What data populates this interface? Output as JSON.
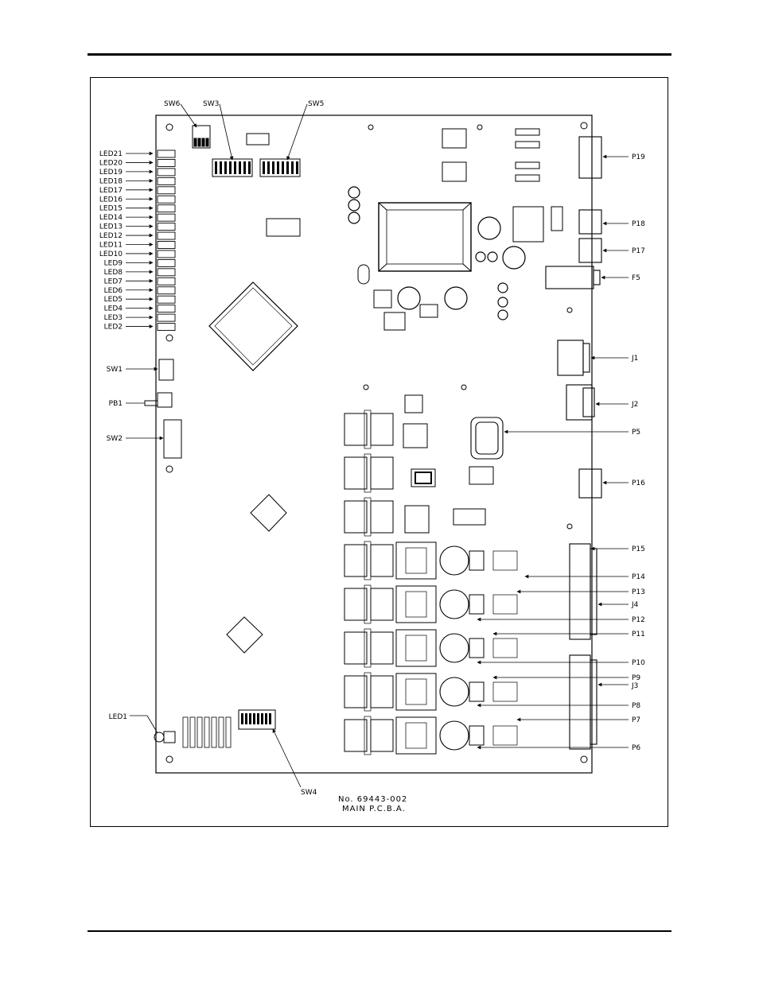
{
  "diagram": {
    "left_labels": [
      "LED21",
      "LED20",
      "LED19",
      "LED18",
      "LED17",
      "LED16",
      "LED15",
      "LED14",
      "LED13",
      "LED12",
      "LED11",
      "LED10",
      "LED9",
      "LED8",
      "LED7",
      "LED6",
      "LED5",
      "LED4",
      "LED3",
      "LED2"
    ],
    "side_left": {
      "sw1": "SW1",
      "pb1": "PB1",
      "sw2": "SW2",
      "led1": "LED1"
    },
    "top_labels": {
      "sw6": "SW6",
      "sw3": "SW3",
      "sw5": "SW5"
    },
    "right_labels": {
      "p19": "P19",
      "p18": "P18",
      "p17": "P17",
      "f5": "F5",
      "j1": "J1",
      "j2": "J2",
      "p5": "P5",
      "p16": "P16",
      "p15": "P15",
      "p14": "P14",
      "p13": "P13",
      "j4": "J4",
      "p12": "P12",
      "p11": "P11",
      "p10": "P10",
      "p9": "P9",
      "j3": "J3",
      "p8": "P8",
      "p7": "P7",
      "p6": "P6"
    },
    "bottom_label": "SW4",
    "caption_line1": "No. 69443-002",
    "caption_line2": "MAIN P.C.B.A."
  }
}
